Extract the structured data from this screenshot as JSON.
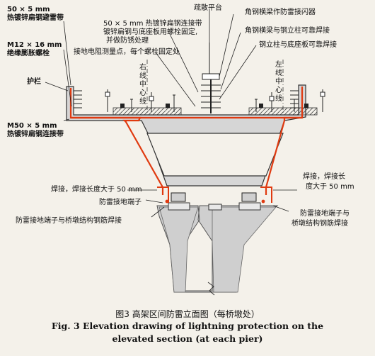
{
  "labels": {
    "strip_a_size": "50 × 5 mm",
    "strip_a_desc": "热镀锌扁钢避雷带",
    "bolt_size": "M12 × 16 mm",
    "bolt_desc": "绝缘膨胀螺栓",
    "guardrail": "护栏",
    "strip_b_size": "M50 × 5 mm",
    "strip_b_desc": "热镀锌扁钢连接带",
    "platform": "疏散平台",
    "angle_rod": "角钢横梁作防雷接闪器",
    "conn_1": "50 × 5 mm 热镀锌扁钢连接带",
    "conn_2": "镀锌扁钢与底座板用螺栓固定,",
    "conn_3": "并做防锈处理",
    "angle_weld": "角钢横梁与钢立柱可靠焊接",
    "column_weld": "钢立柱与底座板可靠焊接",
    "measure_point": "接地电阻测量点，每个螺栓固定处",
    "right_center": "右线中心线",
    "left_center": "左线中心线",
    "weld_left": "焊接，焊接长度大于 50 mm",
    "weld_right_1": "焊接，焊接长",
    "weld_right_2": "度大于 50 mm",
    "terminal": "防雷接地端子",
    "terminal_left": "防雷接地端子与桥墩结构钢筋焊接",
    "terminal_right_1": "防雷接地端子与",
    "terminal_right_2": "桥墩结构钢筋焊接"
  },
  "caption": {
    "cn": "图3   高架区间防雷立面图（每桥墩处）",
    "en_line1": "Fig. 3    Elevation drawing of lightning protection on the",
    "en_line2": "elevated section   (at each pier)"
  },
  "colors": {
    "concrete": "#d6d6d6",
    "conductor": "#e03a10",
    "line": "#1a1a1a",
    "background": "#f4f1ea"
  }
}
